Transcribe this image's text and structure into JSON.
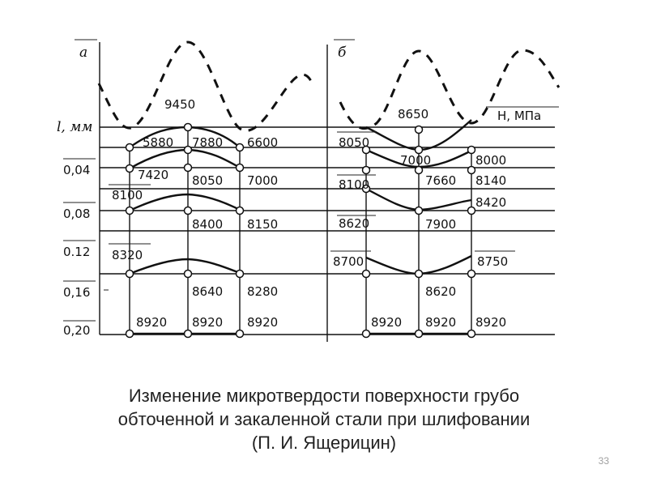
{
  "panels": {
    "a_label": "а",
    "b_label": "б"
  },
  "axis": {
    "depth_label": "l, мм",
    "hardness_label": "Н, МПа",
    "ticks": [
      "0,04",
      "0,08",
      "0.12",
      "0,16",
      "0,20"
    ]
  },
  "values_a": [
    "9450",
    "5880",
    "7880",
    "6600",
    "7420",
    "8050",
    "7000",
    "8100",
    "8400",
    "8150",
    "8320",
    "8640",
    "8280",
    "8920",
    "8920",
    "8920"
  ],
  "values_b": [
    "8650",
    "8050",
    "7000",
    "8000",
    "8100",
    "7660",
    "8140",
    "8420",
    "8620",
    "7900",
    "8700",
    "8750",
    "8620",
    "8920",
    "8920",
    "8920"
  ],
  "caption": {
    "line1": "Изменение микротвердости поверхности грубо",
    "line2": "обточенной и закаленной стали при шлифовании",
    "line3": "(П. И. Ящерицин)"
  },
  "page_number": "33"
}
